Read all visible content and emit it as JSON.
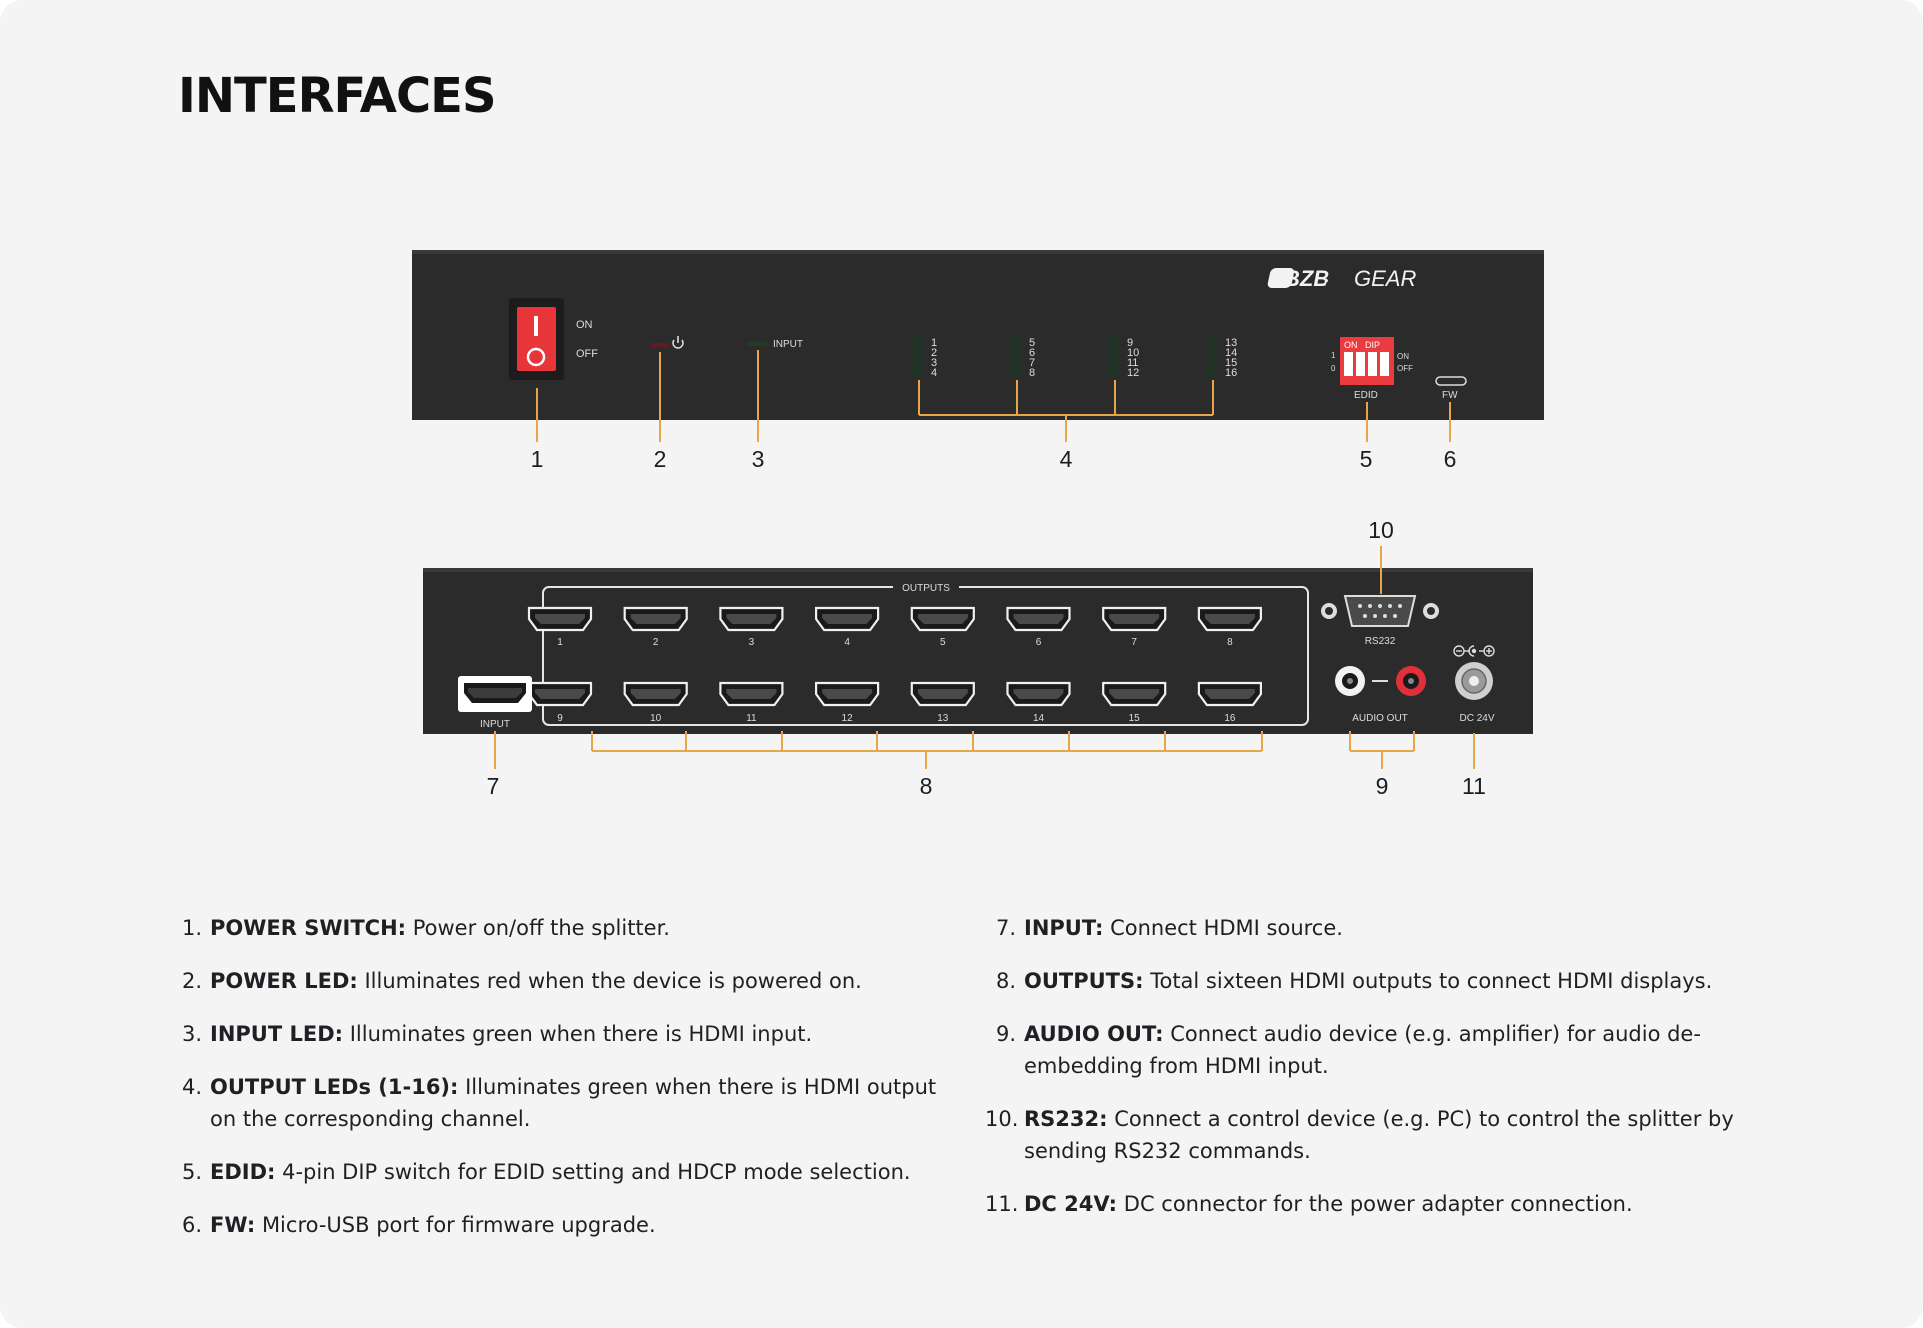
{
  "page": {
    "title": "INTERFACES"
  },
  "front_panel": {
    "brand": "BZB",
    "brand_gear": "GEAR",
    "switch_on": "ON",
    "switch_off": "OFF",
    "input_led_label": "INPUT",
    "led_groups": [
      [
        "1",
        "2",
        "3",
        "4"
      ],
      [
        "5",
        "6",
        "7",
        "8"
      ],
      [
        "9",
        "10",
        "11",
        "12"
      ],
      [
        "13",
        "14",
        "15",
        "16"
      ]
    ],
    "dip_header": "ON   DIP",
    "dip_row_1": "1",
    "dip_row_0": "0",
    "dip_side_on": "ON",
    "dip_side_off": "OFF",
    "edid_label": "EDID",
    "fw_label": "FW",
    "callouts": [
      "1",
      "2",
      "3",
      "4",
      "5",
      "6"
    ]
  },
  "rear_panel": {
    "outputs_label": "OUTPUTS",
    "output_numbers": [
      "1",
      "2",
      "3",
      "4",
      "5",
      "6",
      "7",
      "8",
      "9",
      "10",
      "11",
      "12",
      "13",
      "14",
      "15",
      "16"
    ],
    "input_label": "INPUT",
    "rs232_label": "RS232",
    "audio_out_label": "AUDIO OUT",
    "dc_label": "DC 24V",
    "callouts": [
      "7",
      "8",
      "9",
      "10",
      "11"
    ]
  },
  "colors": {
    "callout_line": "#e8a44a",
    "chassis": "#2b2b2b",
    "switch_red": "#e8353a",
    "dip_red": "#ea3b40"
  },
  "list_left": [
    {
      "num": "1.",
      "label": "POWER SWITCH:",
      "text": " Power on/off the splitter."
    },
    {
      "num": "2.",
      "label": "POWER LED:",
      "text": " Illuminates red when the device is powered on."
    },
    {
      "num": "3.",
      "label": "INPUT LED:",
      "text": " Illuminates green when there is HDMI input."
    },
    {
      "num": "4.",
      "label": "OUTPUT LEDs (1-16):",
      "text": " Illuminates green when there is HDMI output on the corresponding channel."
    },
    {
      "num": "5.",
      "label": "EDID:",
      "text": " 4-pin DIP switch for EDID setting and HDCP mode selection."
    },
    {
      "num": "6.",
      "label": "FW:",
      "text": " Micro-USB port for firmware upgrade."
    }
  ],
  "list_right": [
    {
      "num": "7.",
      "label": "INPUT:",
      "text": " Connect HDMI source."
    },
    {
      "num": "8.",
      "label": "OUTPUTS:",
      "text": " Total sixteen HDMI outputs to connect HDMI displays."
    },
    {
      "num": "9.",
      "label": "AUDIO OUT:",
      "text": " Connect audio device (e.g. amplifier) for audio de-embedding from HDMI input."
    },
    {
      "num": "10.",
      "label": "RS232:",
      "text": " Connect a control device (e.g. PC) to control the splitter by sending RS232 commands."
    },
    {
      "num": "11.",
      "label": "DC 24V:",
      "text": " DC connector for the power adapter connection."
    }
  ]
}
